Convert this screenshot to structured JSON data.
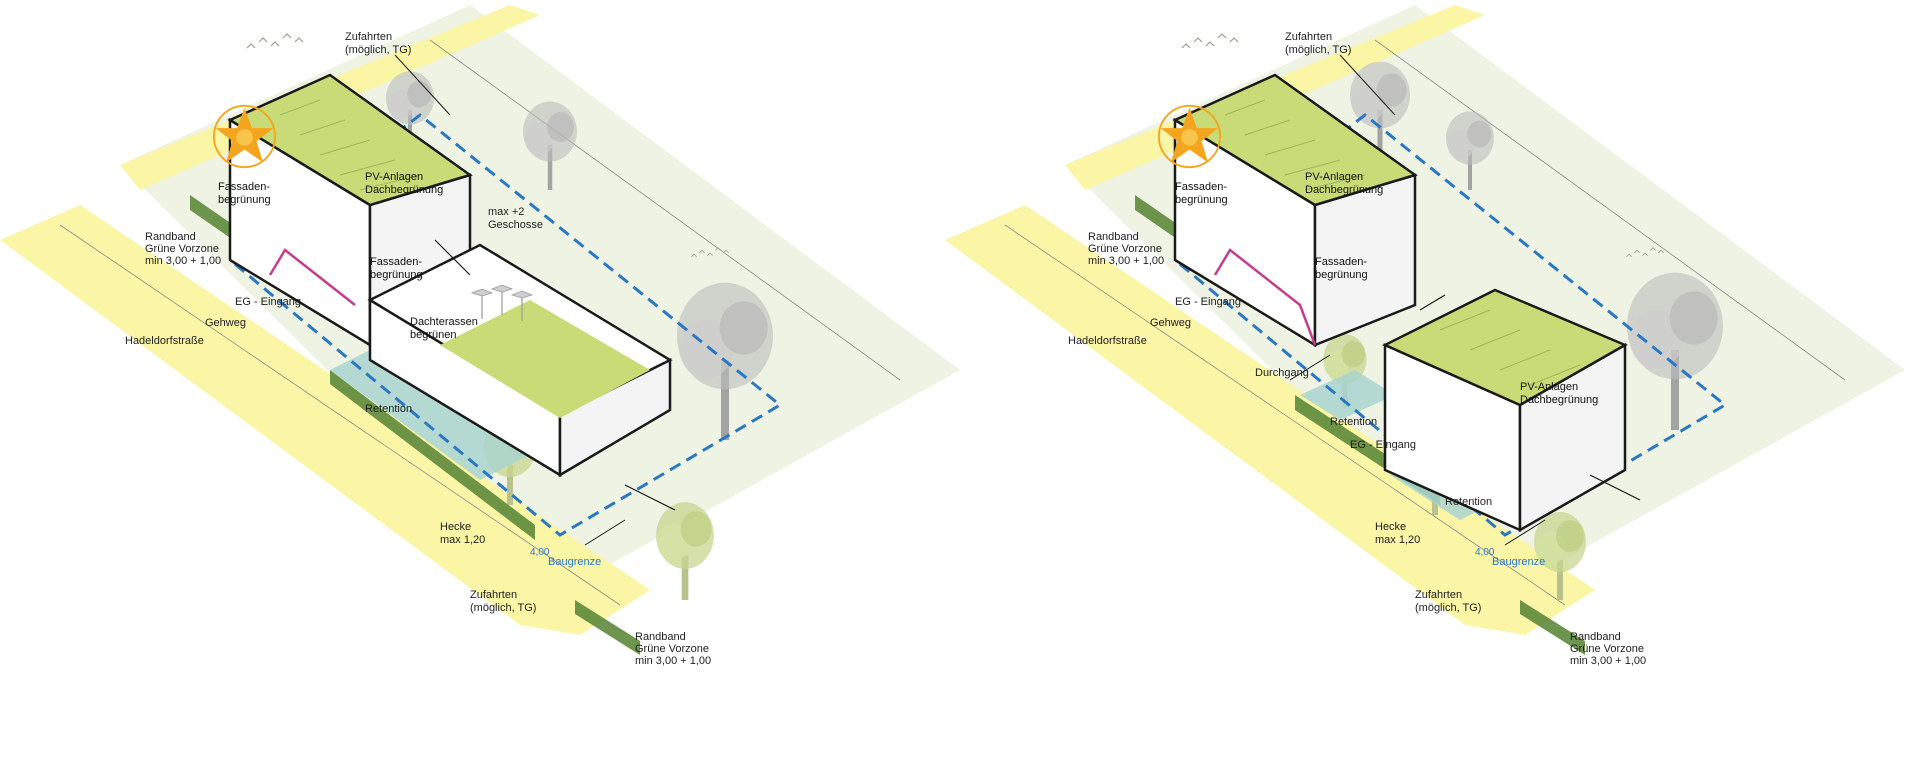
{
  "colors": {
    "street": "#fbf5a6",
    "ground": "#eef3e4",
    "roof_green": "#c9db76",
    "hedge": "#5d8a3a",
    "retention": "#a9d3cf",
    "building_line": "#1a1a1a",
    "baugrenze": "#2a78c4",
    "entrance_line": "#c43d8c",
    "sun": "#f4a51d",
    "tree": "#c9d890"
  },
  "icons": [
    "sun-star-icon",
    "tree-icon",
    "pergola-icon",
    "bird-icon",
    "arrow-icon"
  ],
  "left": {
    "zufahrten_top": [
      "Zufahrten",
      "(möglich, TG)"
    ],
    "fassade_1": [
      "Fassaden-",
      "begrünung"
    ],
    "pv_roof": [
      "PV-Anlagen",
      "Dachbegrünung"
    ],
    "geschosse": [
      "max +2",
      "Geschosse"
    ],
    "randband": [
      "Randband",
      "Grüne Vorzone",
      "min 3,00 + 1,00"
    ],
    "fassade_2": [
      "Fassaden-",
      "begrünung"
    ],
    "eg_eingang": "EG - Eingang",
    "gehweg": "Gehweg",
    "street": "Hadeldorfstraße",
    "dachterassen": [
      "Dachterassen",
      "begrünen"
    ],
    "retention": "Retention",
    "hecke": [
      "Hecke",
      "max 1,20"
    ],
    "dim_400": "4,00",
    "baugrenze": "Baugrenze",
    "zufahrten_bottom": [
      "Zufahrten",
      "(möglich, TG)"
    ],
    "randband_bottom": [
      "Randband",
      "Grüne Vorzone",
      "min 3,00 + 1,00"
    ]
  },
  "right": {
    "zufahrten_top": [
      "Zufahrten",
      "(möglich, TG)"
    ],
    "fassade_1": [
      "Fassaden-",
      "begrünung"
    ],
    "pv_roof": [
      "PV-Anlagen",
      "Dachbegrünung"
    ],
    "randband": [
      "Randband",
      "Grüne Vorzone",
      "min 3,00 + 1,00"
    ],
    "fassade_2": [
      "Fassaden-",
      "begrünung"
    ],
    "eg_eingang_1": "EG - Eingang",
    "gehweg": "Gehweg",
    "street": "Hadeldorfstraße",
    "durchgang": "Durchgang",
    "retention_1": "Retention",
    "eg_eingang_2": "EG - Eingang",
    "pv_roof_2": [
      "PV-Anlagen",
      "Dachbegrünung"
    ],
    "retention_2": "Retention",
    "hecke": [
      "Hecke",
      "max 1,20"
    ],
    "dim_400": "4,00",
    "baugrenze": "Baugrenze",
    "zufahrten_bottom": [
      "Zufahrten",
      "(möglich, TG)"
    ],
    "randband_bottom": [
      "Randband",
      "Grüne Vorzone",
      "min 3,00 + 1,00"
    ]
  }
}
